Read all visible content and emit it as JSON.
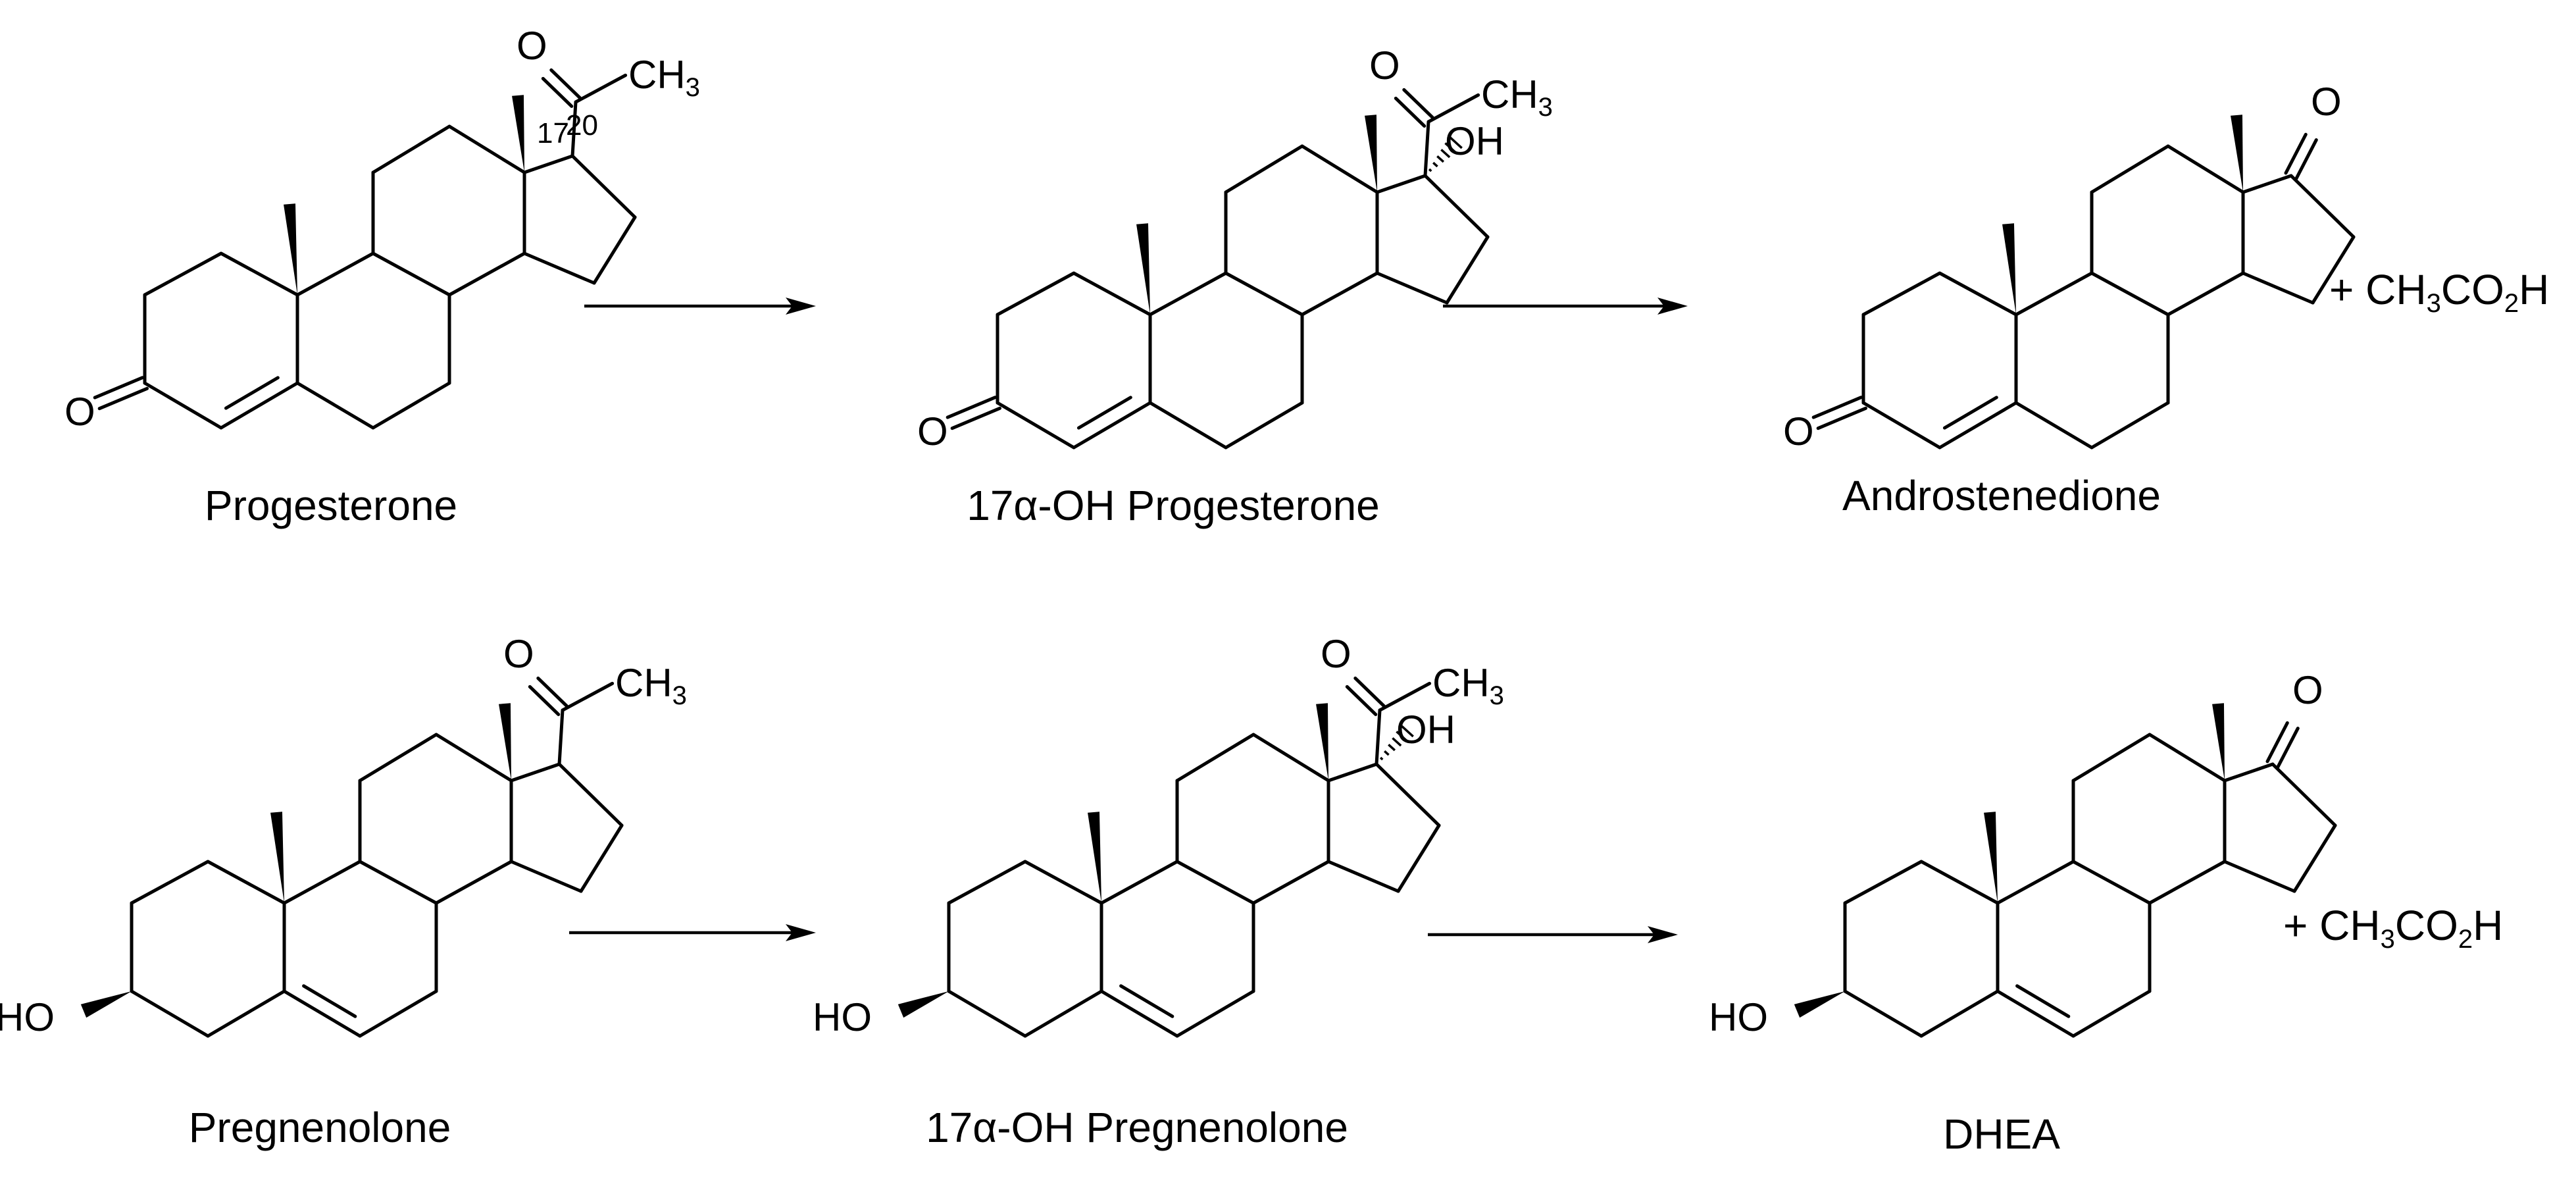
{
  "molecules": [
    {
      "name": "Progesterone",
      "ring_a": "3-keto-4-ene",
      "sidechain": "acetyl",
      "labels": {
        "c3": "O",
        "methyl": "CH3",
        "keto": "O",
        "n17": "17",
        "n20": "20"
      }
    },
    {
      "name": "17α-OH Progesterone",
      "ring_a": "3-keto-4-ene",
      "sidechain": "acetyl-17OH",
      "labels": {
        "c3": "O",
        "methyl": "CH3",
        "keto": "O",
        "oh": "OH"
      }
    },
    {
      "name": "Androstenedione",
      "ring_a": "3-keto-4-ene",
      "sidechain": "17-ketone",
      "labels": {
        "c3": "O",
        "keto": "O"
      }
    },
    {
      "name": "Pregnenolone",
      "ring_a": "3β-OH-5-ene",
      "sidechain": "acetyl",
      "labels": {
        "c3": "HO",
        "methyl": "CH3",
        "keto": "O"
      }
    },
    {
      "name": "17α-OH Pregnenolone",
      "ring_a": "3β-OH-5-ene",
      "sidechain": "acetyl-17OH",
      "labels": {
        "c3": "HO",
        "methyl": "CH3",
        "keto": "O",
        "oh": "OH"
      }
    },
    {
      "name": "DHEA",
      "ring_a": "3β-OH-5-ene",
      "sidechain": "17-ketone",
      "labels": {
        "c3": "HO",
        "keto": "O"
      }
    }
  ],
  "byproducts": [
    "+ CH3CO2H",
    "+ CH3CO2H"
  ],
  "arrows": [
    {
      "from": "Progesterone",
      "to": "17α-OH Progesterone"
    },
    {
      "from": "17α-OH Progesterone",
      "to": "Androstenedione"
    },
    {
      "from": "Pregnenolone",
      "to": "17α-OH Pregnenolone"
    },
    {
      "from": "17α-OH Pregnenolone",
      "to": "DHEA"
    }
  ]
}
